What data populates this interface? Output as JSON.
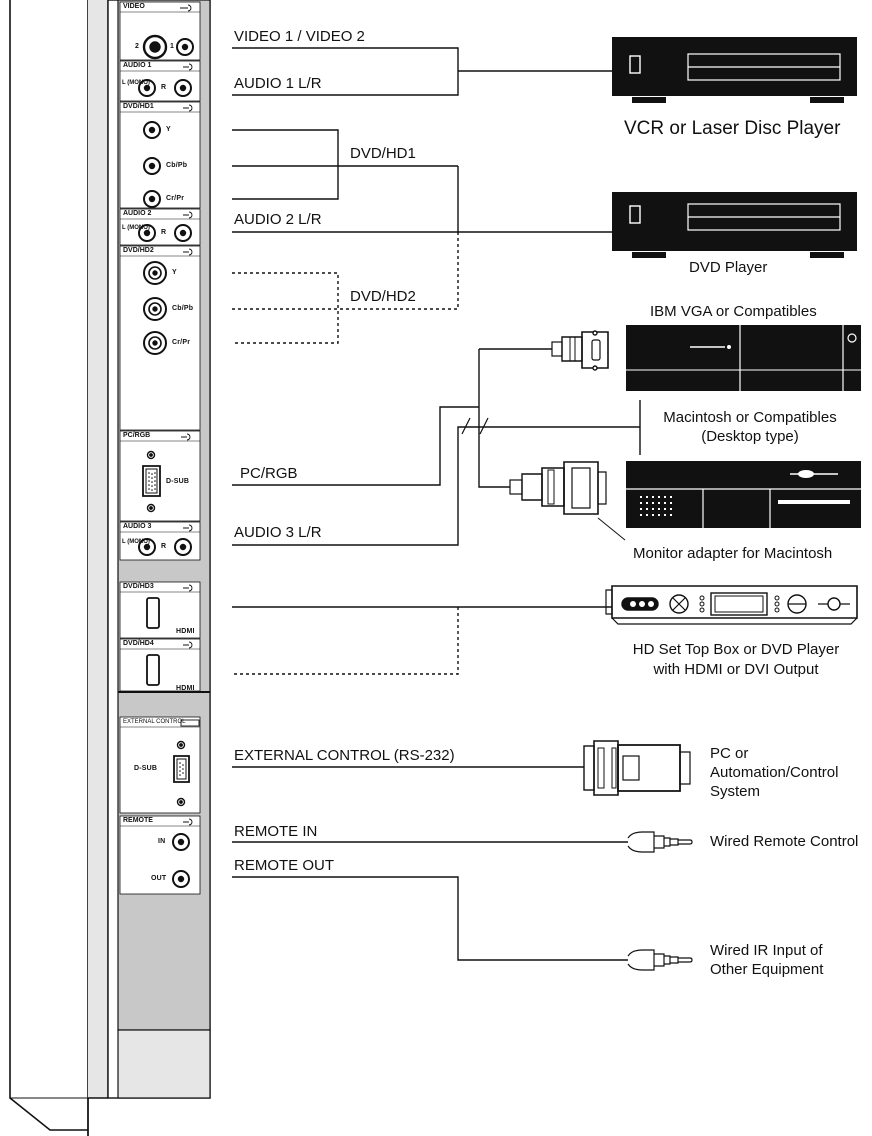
{
  "panel": {
    "video_header": "VIDEO",
    "video_2": "2",
    "video_1": "1",
    "audio1_header": "AUDIO 1",
    "l_mono": "L\n(MONO)",
    "r": "R",
    "dvdhd1_header": "DVD/HD1",
    "y": "Y",
    "cbpb": "Cb/Pb",
    "crpr": "Cr/Pr",
    "audio2_header": "AUDIO 2",
    "dvdhd2_header": "DVD/HD2",
    "pcrgb_header": "PC/RGB",
    "dsub": "D-SUB",
    "audio3_header": "AUDIO 3",
    "dvdhd3_header": "DVD/HD3",
    "hdmi": "HDMI",
    "dvdhd4_header": "DVD/HD4",
    "ext_control_header": "EXTERNAL CONTROL",
    "remote_header": "REMOTE",
    "in": "IN",
    "out": "OUT"
  },
  "cables": {
    "video12": "VIDEO 1 / VIDEO 2",
    "audio1": "AUDIO 1 L/R",
    "dvdhd1": "DVD/HD1",
    "audio2": "AUDIO 2 L/R",
    "dvdhd2": "DVD/HD2",
    "pcrgb": "PC/RGB",
    "audio3": "AUDIO 3 L/R",
    "ext_control": "EXTERNAL CONTROL (RS-232)",
    "remote_in": "REMOTE IN",
    "remote_out": "REMOTE OUT"
  },
  "devices": {
    "vcr": "VCR or Laser Disc Player",
    "dvd": "DVD Player",
    "ibm": "IBM VGA or Compatibles",
    "mac": "Macintosh or Compatibles\n(Desktop type)",
    "mac_adapter": "Monitor adapter for Macintosh",
    "settop": "HD Set Top Box or DVD Player\nwith HDMI or DVI Output",
    "pc_automation": "PC or\nAutomation/Control\nSystem",
    "wired_remote": "Wired Remote Control",
    "wired_ir": "Wired IR Input of\nOther Equipment"
  }
}
